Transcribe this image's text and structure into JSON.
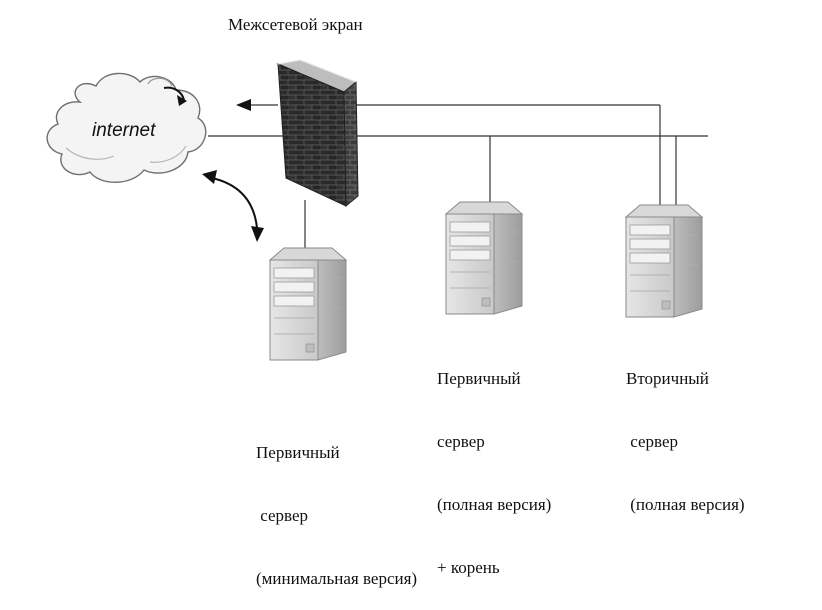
{
  "firewall": {
    "label": "Межсетевой экран"
  },
  "internet": {
    "label": "internet"
  },
  "servers": [
    {
      "id": "minimal",
      "lines": [
        "Первичный",
        " сервер",
        "(минимальная версия)"
      ]
    },
    {
      "id": "primary-full",
      "lines": [
        "Первичный",
        "сервер",
        "(полная версия)",
        "+ корень"
      ]
    },
    {
      "id": "secondary-full",
      "lines": [
        "Вторичный",
        " сервер",
        " (полная версия)"
      ]
    }
  ]
}
